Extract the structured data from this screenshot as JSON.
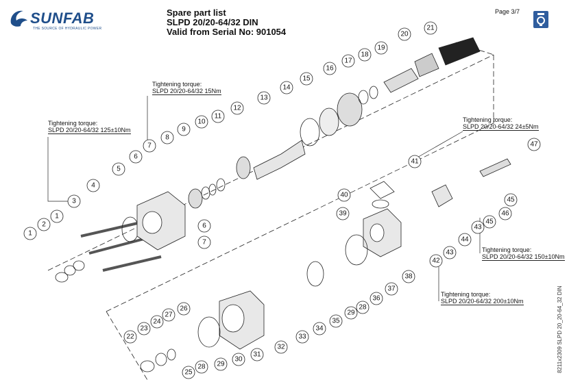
{
  "brand": {
    "name": "SUNFAB",
    "tagline": "THE SOURCE OF HYDRAULIC POWER"
  },
  "header": {
    "title": "Spare part list",
    "model": "SLPD 20/20-64/32 DIN",
    "serial": "Valid from Serial No: 901054",
    "page": "Page 3/7"
  },
  "side_code": "8211x2309 SLPD 20_20-64_32 DIN",
  "torque_labels": [
    {
      "caption": "Tightening torque:",
      "value": "SLPD 20/20-64/32 125±10Nm"
    },
    {
      "caption": "Tightening torque:",
      "value": "SLPD 20/20-64/32 15Nm"
    },
    {
      "caption": "Tightening torque:",
      "value": "SLPD 20/20-64/32 24±5Nm"
    },
    {
      "caption": "Tightening torque:",
      "value": "SLPD 20/20-64/32 150±10Nm"
    },
    {
      "caption": "Tightening torque:",
      "value": "SLPD 20/20-64/32 200±10Nm"
    }
  ],
  "part_numbers": [
    "1",
    "2",
    "1",
    "3",
    "4",
    "5",
    "6",
    "7",
    "8",
    "9",
    "10",
    "11",
    "12",
    "13",
    "14",
    "15",
    "16",
    "17",
    "18",
    "19",
    "20",
    "21",
    "6",
    "7",
    "22",
    "23",
    "24",
    "26",
    "27",
    "25",
    "28",
    "29",
    "30",
    "31",
    "32",
    "33",
    "34",
    "35",
    "29",
    "28",
    "36",
    "37",
    "38",
    "39",
    "40",
    "41",
    "42",
    "43",
    "44",
    "43",
    "45",
    "46",
    "45",
    "47"
  ],
  "icons": {
    "logo": "sunfab-logo-icon",
    "page_badge": "pump-badge-icon"
  }
}
